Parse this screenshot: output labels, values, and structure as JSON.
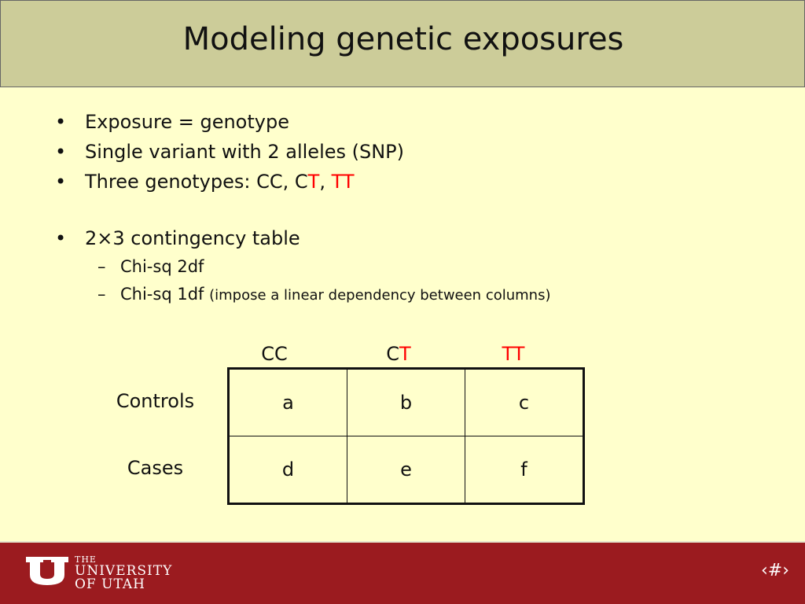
{
  "title": "Modeling genetic exposures",
  "bullets": {
    "b1": "Exposure = genotype",
    "b2": "Single variant with 2 alleles (SNP)",
    "b3_prefix": "Three genotypes: CC, C",
    "b3_t1": "T",
    "b3_comma": ", ",
    "b3_tt": "TT",
    "b4": "2×3 contingency table",
    "sub1": "Chi-sq 2df",
    "sub2_main": "Chi-sq 1df",
    "sub2_small": "(impose a linear dependency between columns)"
  },
  "bullet_marker": "•",
  "sub_marker": "–",
  "table": {
    "col_cc": "CC",
    "col_ct_c": "C",
    "col_ct_t": "T",
    "col_tt": "TT",
    "rows": [
      {
        "label": "Controls",
        "cells": [
          "a",
          "b",
          "c"
        ]
      },
      {
        "label": "Cases",
        "cells": [
          "d",
          "e",
          "f"
        ]
      }
    ]
  },
  "footer": {
    "logo_the": "THE",
    "logo_university": "UNIVERSITY",
    "logo_of_utah": "OF UTAH",
    "slide_number": "‹#›"
  },
  "colors": {
    "background": "#ffffcc",
    "title_bar": "#cccc99",
    "highlight": "#ff0000",
    "footer": "#9b1b1f"
  }
}
